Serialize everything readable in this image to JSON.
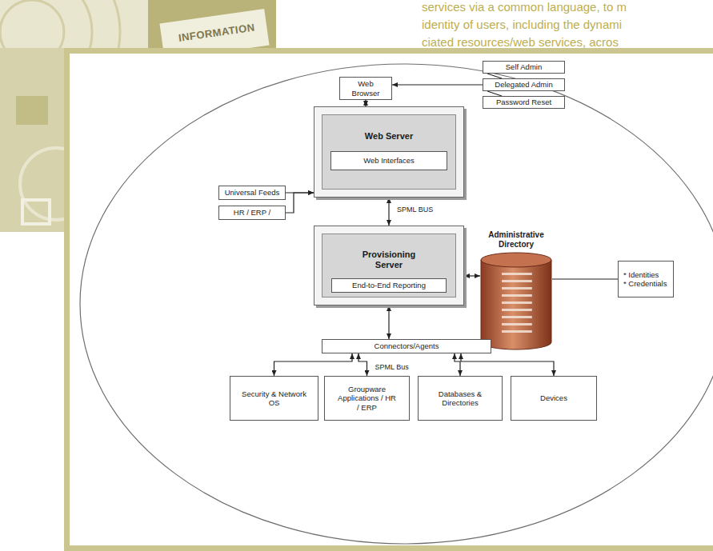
{
  "diagram": {
    "nodes": [
      {
        "text": [
          "Web Browser"
        ]
      },
      {
        "text": [
          "Self Admin"
        ]
      },
      {
        "text": [
          "Delegated Admin"
        ]
      },
      {
        "text": [
          "Password Reset"
        ]
      },
      {
        "text": [
          "Web Server"
        ]
      },
      {
        "text": [
          "Web Interfaces"
        ],
        "in": 4
      },
      {
        "text": [
          "Universal Feeds"
        ]
      },
      {
        "text": [
          "HR / ERP /"
        ]
      },
      {
        "text": [
          "Provisioning Server"
        ]
      },
      {
        "text": [
          "End-to-End Reporting"
        ],
        "in": 8
      },
      {
        "text": [
          "Administrative Directory"
        ]
      },
      {
        "text": [
          "* Identities",
          "* Credentials"
        ]
      },
      {
        "text": [
          "Connectors/Agents"
        ]
      },
      {
        "text": [
          "Security & Network OS"
        ]
      },
      {
        "text": [
          "Groupware Applications / HR / ERP"
        ]
      },
      {
        "text": [
          "Databases & Directories"
        ]
      },
      {
        "text": [
          "Devices"
        ]
      }
    ],
    "edges": [
      {
        "from": 2,
        "to": 0,
        "arrow": "to"
      },
      {
        "from": 1,
        "to": 2,
        "arrow": "none"
      },
      {
        "from": 2,
        "to": 3,
        "arrow": "none"
      },
      {
        "from": 0,
        "to": 4,
        "arrow": "both"
      },
      {
        "from": 6,
        "to": 4,
        "arrow": "to"
      },
      {
        "from": 7,
        "to": 4,
        "arrow": "to"
      },
      {
        "from": 4,
        "to": 8,
        "label": "SPML BUS",
        "arrow": "both"
      },
      {
        "from": 8,
        "to": 10,
        "arrow": "both"
      },
      {
        "from": 10,
        "to": 11,
        "arrow": "none"
      },
      {
        "from": 8,
        "to": 12,
        "arrow": "both"
      },
      {
        "from": 12,
        "to": 13,
        "arrow": "both"
      },
      {
        "from": 12,
        "to": 14,
        "label": "SPML Bus",
        "arrow": "both"
      },
      {
        "from": 12,
        "to": 15,
        "arrow": "both"
      },
      {
        "from": 12,
        "to": 16,
        "arrow": "both"
      }
    ],
    "labels": [
      "INFORMATION",
      "services via a common language, to m",
      "identity of users, including the dynami",
      "ciated resources/web services, acros"
    ]
  }
}
